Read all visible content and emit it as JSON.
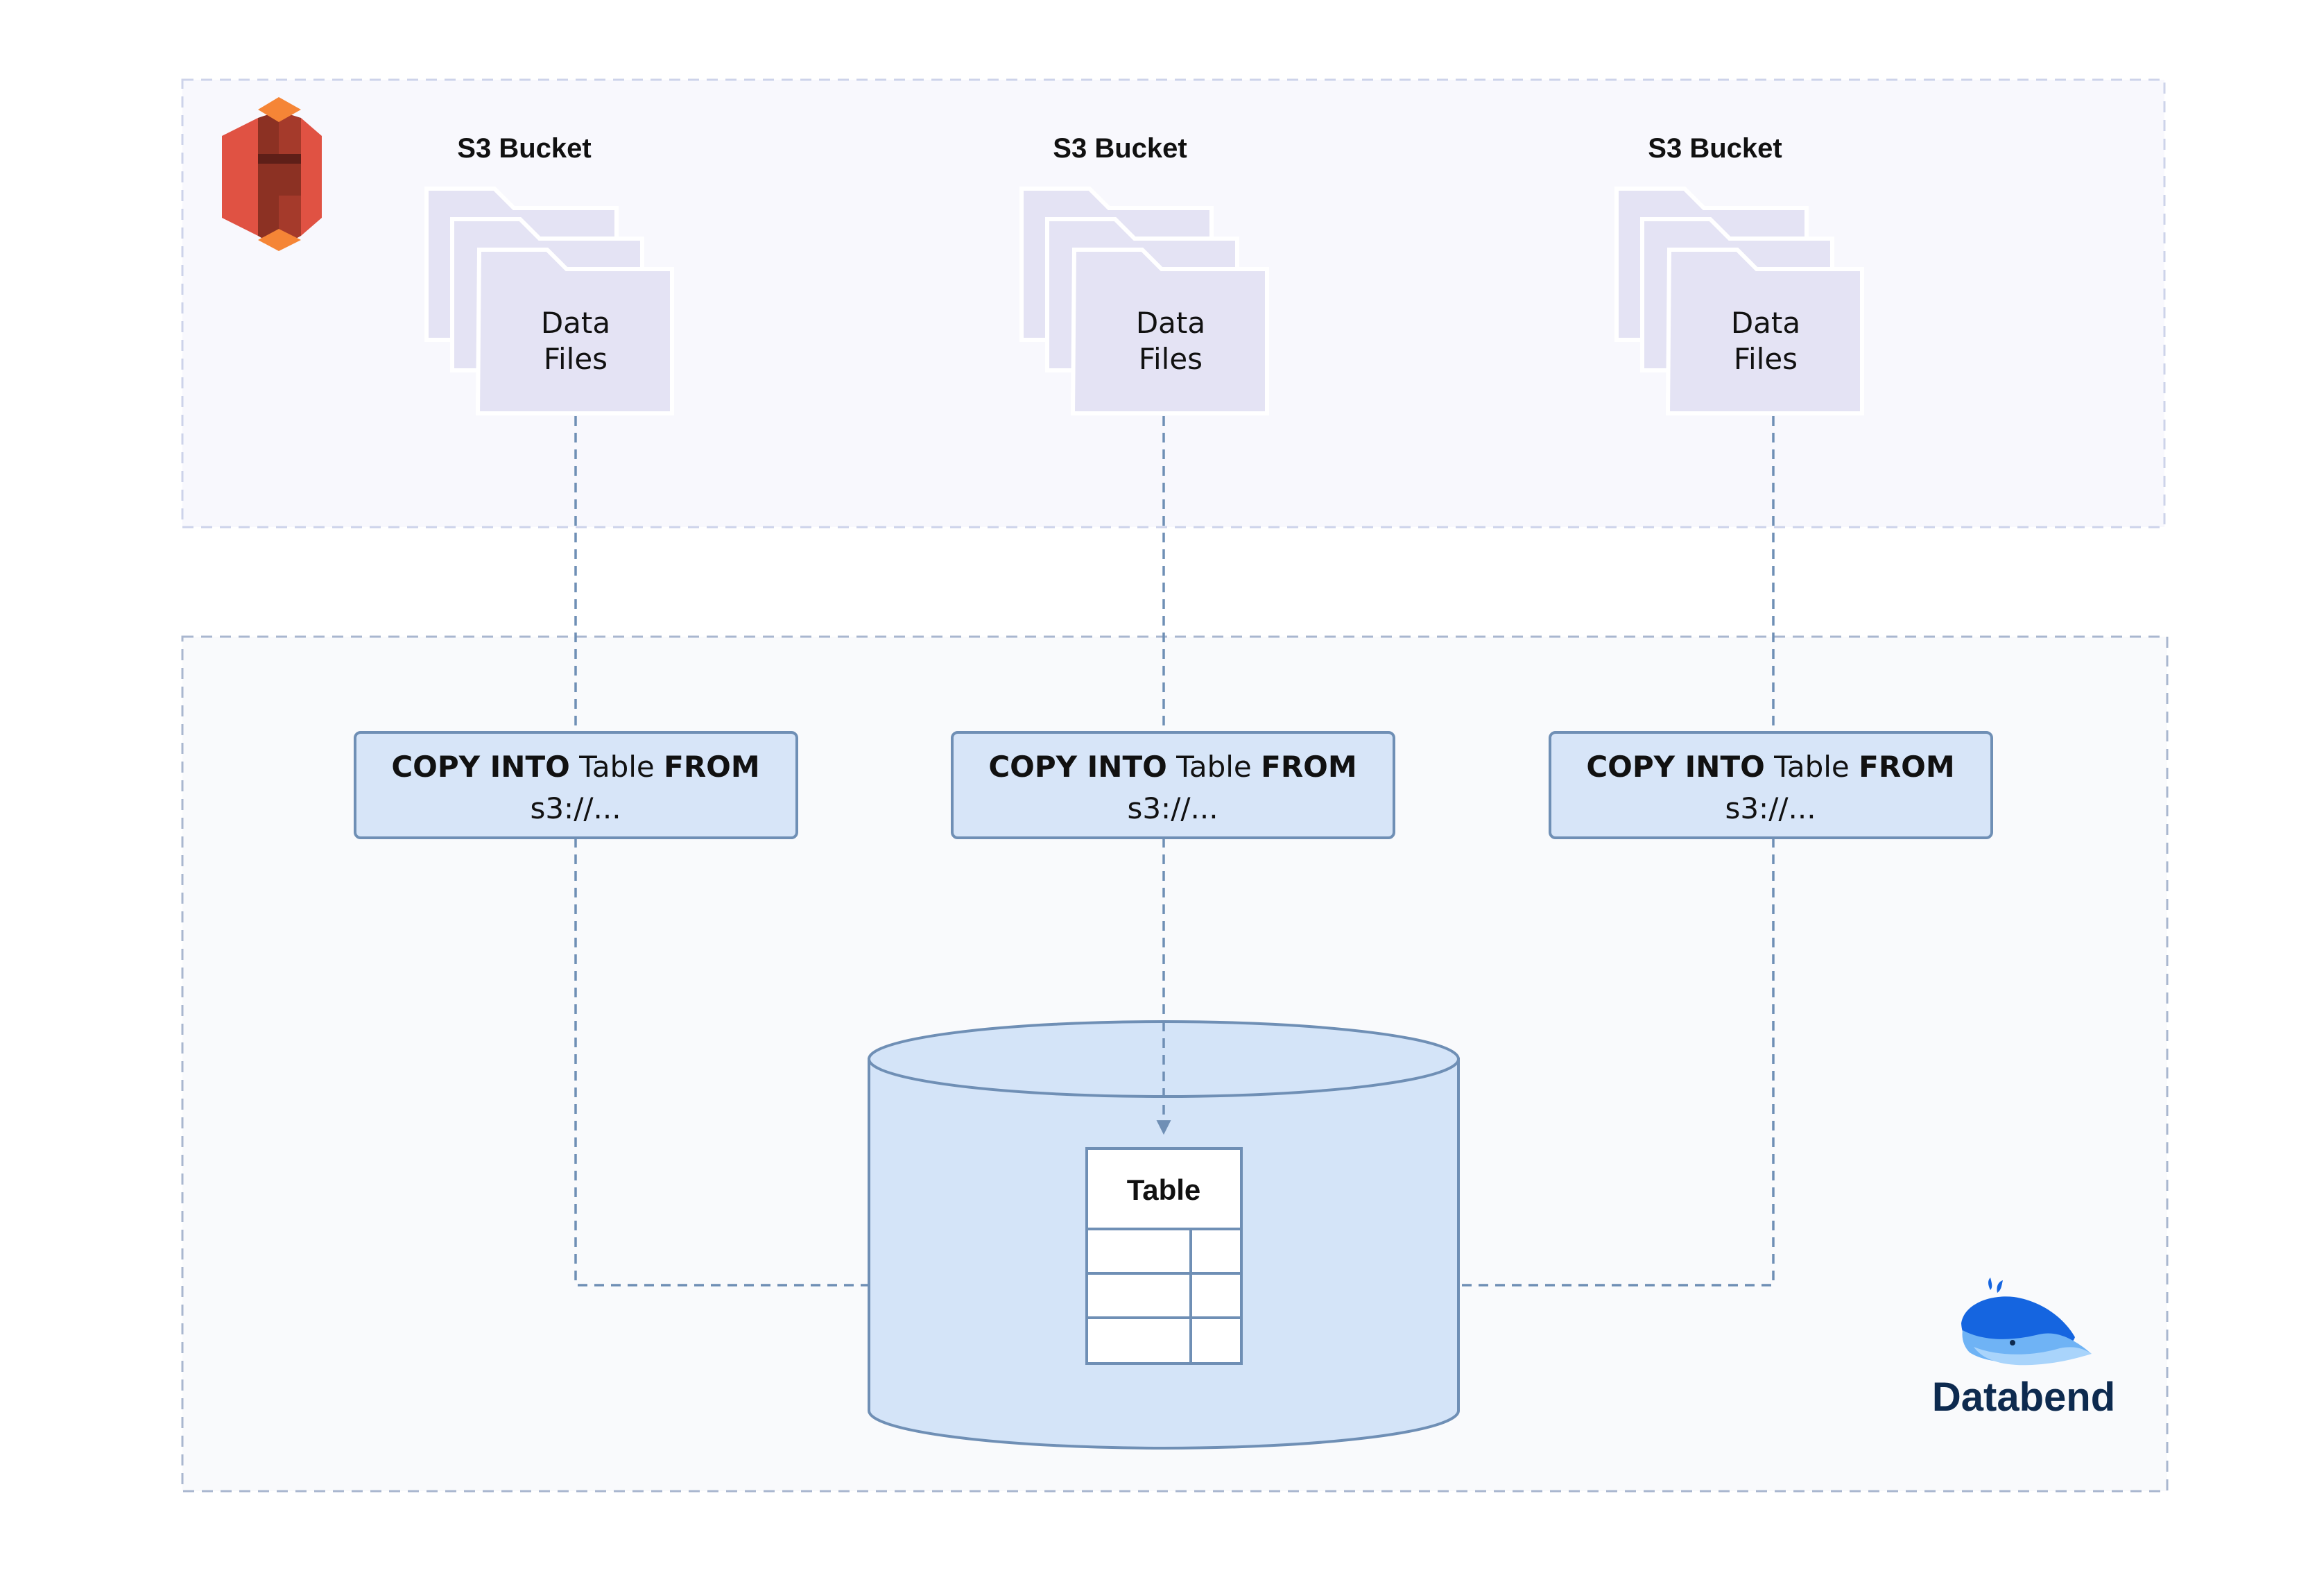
{
  "colors": {
    "s3_region_fill": "#f8f8fd",
    "s3_region_border": "#cdd3ea",
    "db_region_fill": "#f9fafc",
    "db_region_border": "#a9b7cf",
    "folder_fill": "#e4e3f4",
    "folder_border": "#ffffff",
    "copy_box_fill": "#d7e5f8",
    "copy_box_border": "#6f8fb5",
    "cylinder_fill": "#d4e4f8",
    "cylinder_border": "#6f8fb5",
    "connector": "#6f8fb5",
    "text_dark": "#111111",
    "databend_text": "#0d2a4f"
  },
  "aws_logo": {
    "icon": "amazon-s3-icon"
  },
  "buckets": [
    {
      "title": "S3 Bucket",
      "folder_line1": "Data",
      "folder_line2": "Files"
    },
    {
      "title": "S3 Bucket",
      "folder_line1": "Data",
      "folder_line2": "Files"
    },
    {
      "title": "S3 Bucket",
      "folder_line1": "Data",
      "folder_line2": "Files"
    }
  ],
  "copy_commands": [
    {
      "kw1": "COPY INTO",
      "mid": " Table ",
      "kw2": "FROM",
      "path": "s3://..."
    },
    {
      "kw1": "COPY INTO",
      "mid": " Table ",
      "kw2": "FROM",
      "path": "s3://..."
    },
    {
      "kw1": "COPY INTO",
      "mid": " Table ",
      "kw2": "FROM",
      "path": "s3://..."
    }
  ],
  "table": {
    "title": "Table"
  },
  "databend_logo": {
    "icon": "databend-whale-icon",
    "name": "Databend"
  }
}
